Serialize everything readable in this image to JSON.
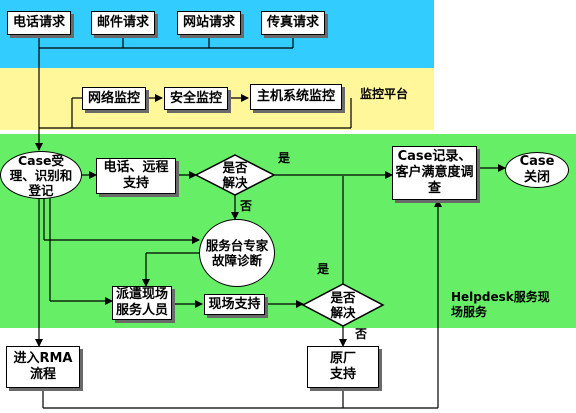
{
  "requests": [
    "电话请求",
    "邮件请求",
    "网站请求",
    "传真请求"
  ],
  "monitors": [
    "网络监控",
    "安全监控",
    "主机系统监控"
  ],
  "monitor_platform": "监控平台",
  "case_accept": "Case受理、识别和登记",
  "phone_support": "电话、远程支持",
  "decision_resolved": "是否解决",
  "yes": "是",
  "no": "否",
  "case_record": "Case记录、客户满意度调查",
  "case_close": "Case关闭",
  "expert_diagnosis": "服务台专家故障诊断",
  "dispatch_onsite": "派遣现场服务人员",
  "onsite_support": "现场支持",
  "helpdesk_label": "Helpdesk服务现场服务",
  "rma": "进入RMA流程",
  "vendor_support": "原厂支持",
  "colors": {
    "top_band": "#33CCFF",
    "mid_band": "#FFF799",
    "bottom_band": "#66EE66"
  }
}
